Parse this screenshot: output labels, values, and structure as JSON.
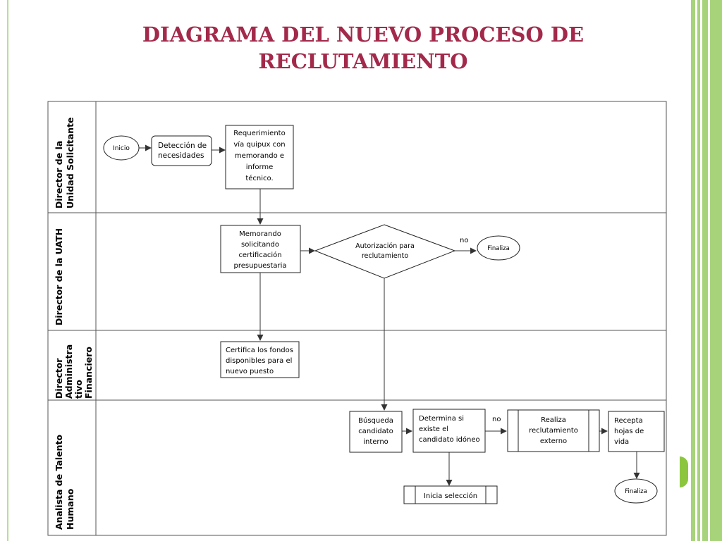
{
  "title": {
    "line1": "DIAGRAMA DEL NUEVO PROCESO DE",
    "line2": "RECLUTAMIENTO"
  },
  "colors": {
    "title": "#a3294a",
    "accent_green": "#a7d37a",
    "line": "#333333"
  },
  "lanes": [
    {
      "lines": [
        "Director de la",
        "Unidad Solicitante"
      ]
    },
    {
      "lines": [
        "Director de la UATH"
      ]
    },
    {
      "lines": [
        "Director",
        "Administra",
        "tivo",
        "Financiero"
      ]
    },
    {
      "lines": [
        "Analista de Talento",
        "Humano"
      ]
    }
  ],
  "nodes": {
    "inicio": {
      "lines": [
        "Inicio"
      ]
    },
    "deteccion": {
      "lines": [
        "Detección de",
        "necesidades"
      ]
    },
    "requerimiento": {
      "lines": [
        "Requerimiento",
        "vía quipux con",
        "memorando e",
        "informe",
        "técnico."
      ]
    },
    "memorando": {
      "lines": [
        "Memorando",
        "solicitando",
        "certificación",
        "presupuestaria"
      ]
    },
    "autorizacion": {
      "lines": [
        "Autorización para",
        "reclutamiento"
      ]
    },
    "finaliza1": {
      "lines": [
        "Finaliza"
      ]
    },
    "certifica": {
      "lines": [
        "Certifica los fondos",
        "disponibles para el",
        "nuevo puesto"
      ]
    },
    "busqueda": {
      "lines": [
        "Búsqueda",
        "candidato",
        "interno"
      ]
    },
    "determina": {
      "lines": [
        "Determina si",
        "existe el",
        "candidato idóneo"
      ]
    },
    "externo": {
      "lines": [
        "Realiza",
        "reclutamiento",
        "externo"
      ]
    },
    "recepta": {
      "lines": [
        "Recepta",
        "hojas de",
        "vida"
      ]
    },
    "inicia": {
      "lines": [
        "Inicia selección"
      ]
    },
    "finaliza2": {
      "lines": [
        "Finaliza"
      ]
    }
  },
  "edge_labels": {
    "no_autorizacion": "no",
    "no_determina": "no"
  }
}
